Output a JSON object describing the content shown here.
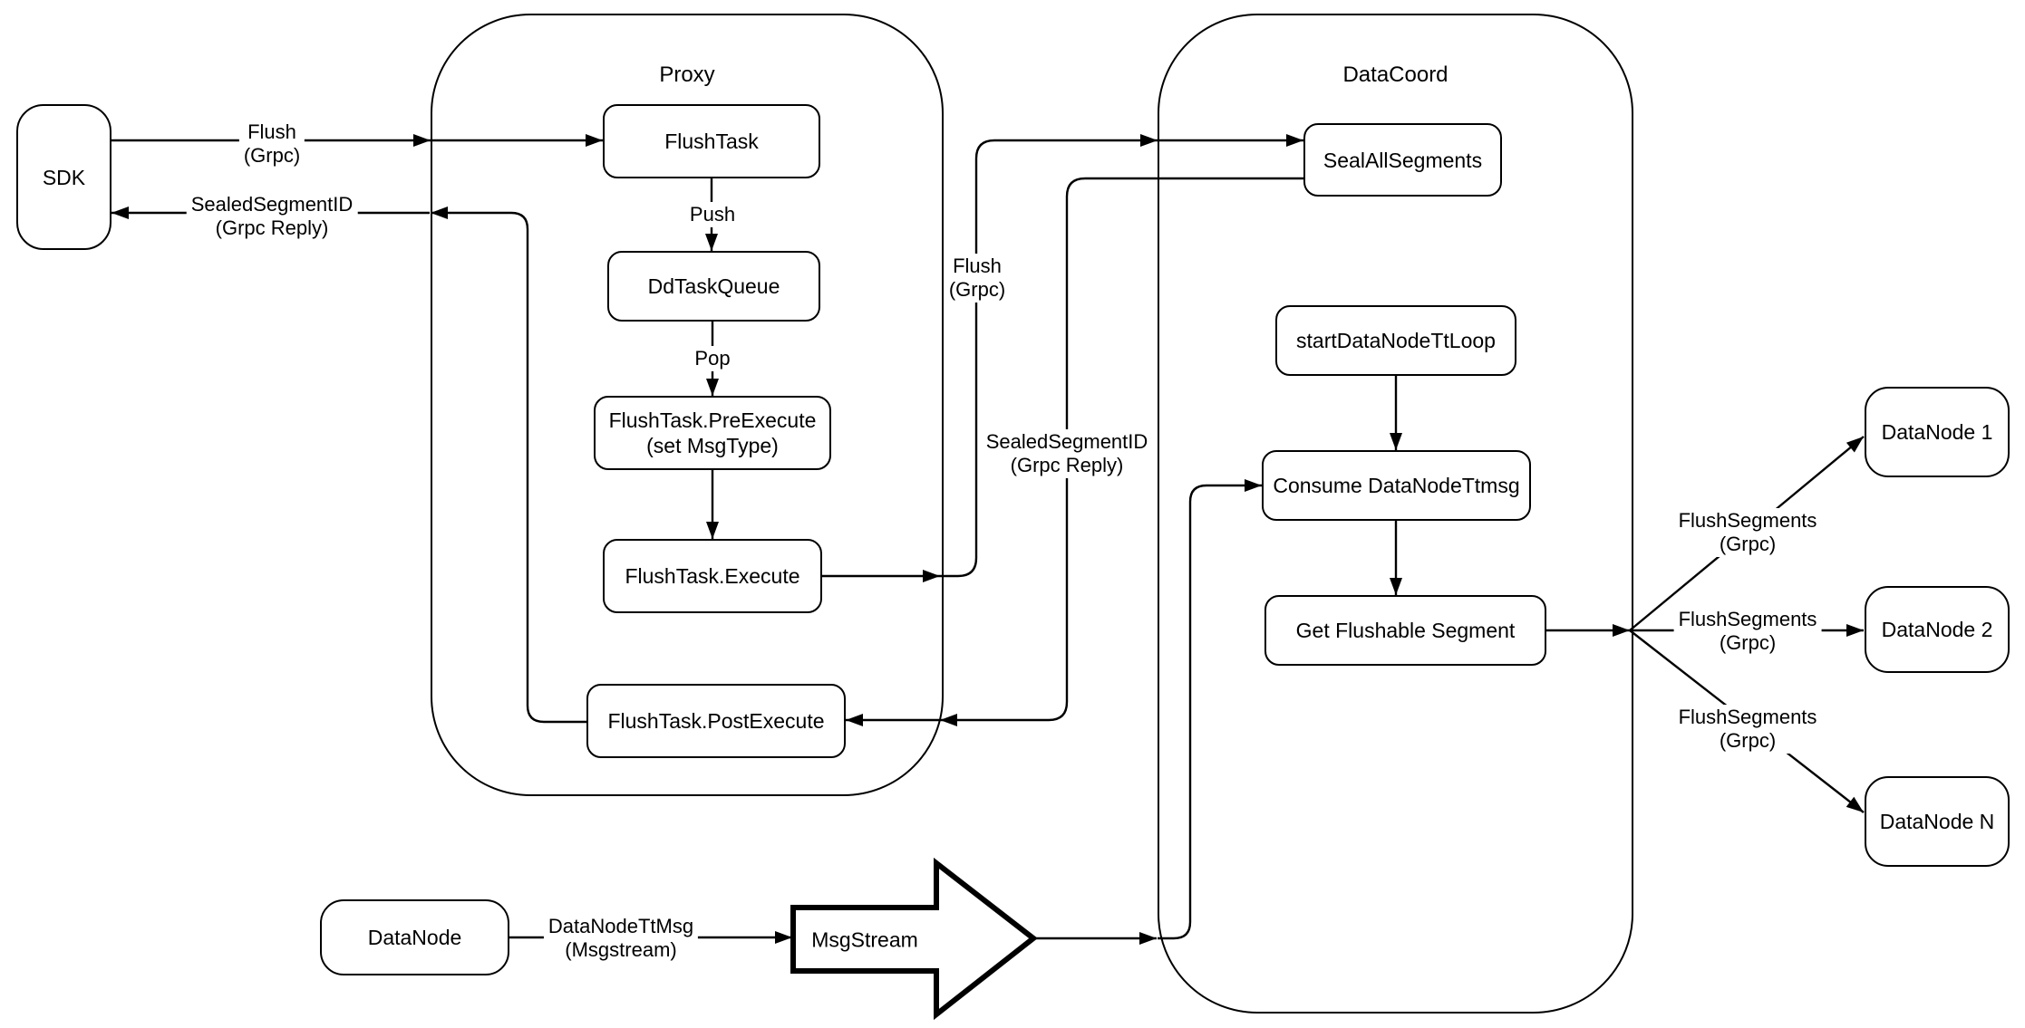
{
  "colors": {
    "stroke": "#000000",
    "background": "#ffffff"
  },
  "containers": {
    "proxy": "Proxy",
    "datacoord": "DataCoord"
  },
  "nodes": {
    "sdk": "SDK",
    "flush_task": "FlushTask",
    "dd_task_queue": "DdTaskQueue",
    "pre_execute": "FlushTask.PreExecute\n(set MsgType)",
    "execute": "FlushTask.Execute",
    "post_execute": "FlushTask.PostExecute",
    "seal_all_segments": "SealAllSegments",
    "start_datanode_tt_loop": "startDataNodeTtLoop",
    "consume_datanode_ttmsg": "Consume DataNodeTtmsg",
    "get_flushable_segment": "Get Flushable Segment",
    "datanode": "DataNode",
    "datanode_1": "DataNode 1",
    "datanode_2": "DataNode 2",
    "datanode_n": "DataNode N",
    "msgstream": "MsgStream"
  },
  "edge_labels": {
    "flush_grpc_sdk": "Flush\n(Grpc)",
    "sealed_segment_id_sdk": "SealedSegmentID\n(Grpc Reply)",
    "push": "Push",
    "pop": "Pop",
    "flush_grpc_mid": "Flush\n(Grpc)",
    "sealed_segment_id_mid": "SealedSegmentID\n(Grpc Reply)",
    "flush_segments_1": "FlushSegments\n(Grpc)",
    "flush_segments_2": "FlushSegments\n(Grpc)",
    "flush_segments_3": "FlushSegments\n(Grpc)",
    "datanode_tt_msg": "DataNodeTtMsg\n(Msgstream)"
  }
}
